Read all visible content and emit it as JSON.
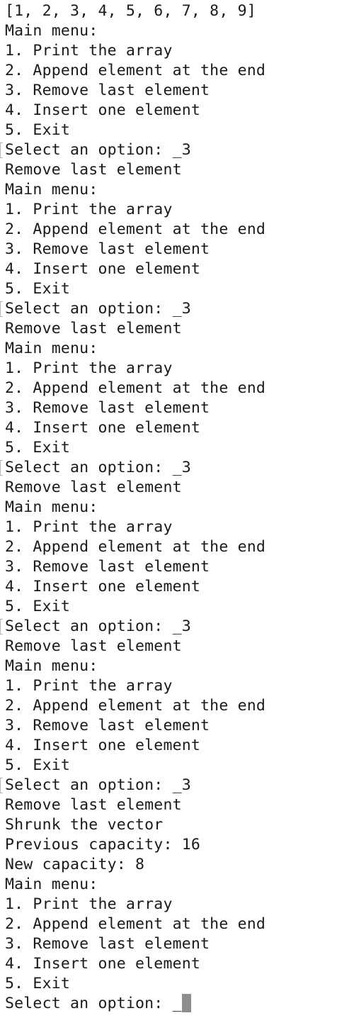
{
  "terminal": {
    "lines": [
      "[1, 2, 3, 4, 5, 6, 7, 8, 9]",
      "Main menu:",
      "1. Print the array",
      "2. Append element at the end",
      "3. Remove last element",
      "4. Insert one element",
      "5. Exit",
      "Select an option: _3",
      "Remove last element",
      "Main menu:",
      "1. Print the array",
      "2. Append element at the end",
      "3. Remove last element",
      "4. Insert one element",
      "5. Exit",
      "Select an option: _3",
      "Remove last element",
      "Main menu:",
      "1. Print the array",
      "2. Append element at the end",
      "3. Remove last element",
      "4. Insert one element",
      "5. Exit",
      "Select an option: _3",
      "Remove last element",
      "Main menu:",
      "1. Print the array",
      "2. Append element at the end",
      "3. Remove last element",
      "4. Insert one element",
      "5. Exit",
      "Select an option: _3",
      "Remove last element",
      "Main menu:",
      "1. Print the array",
      "2. Append element at the end",
      "3. Remove last element",
      "4. Insert one element",
      "5. Exit",
      "Select an option: _3",
      "Remove last element",
      "Shrunk the vector",
      "Previous capacity: 16",
      "New capacity: 8",
      "Main menu:",
      "1. Print the array",
      "2. Append element at the end",
      "3. Remove last element",
      "4. Insert one element",
      "5. Exit"
    ],
    "prompt": "Select an option: _"
  }
}
